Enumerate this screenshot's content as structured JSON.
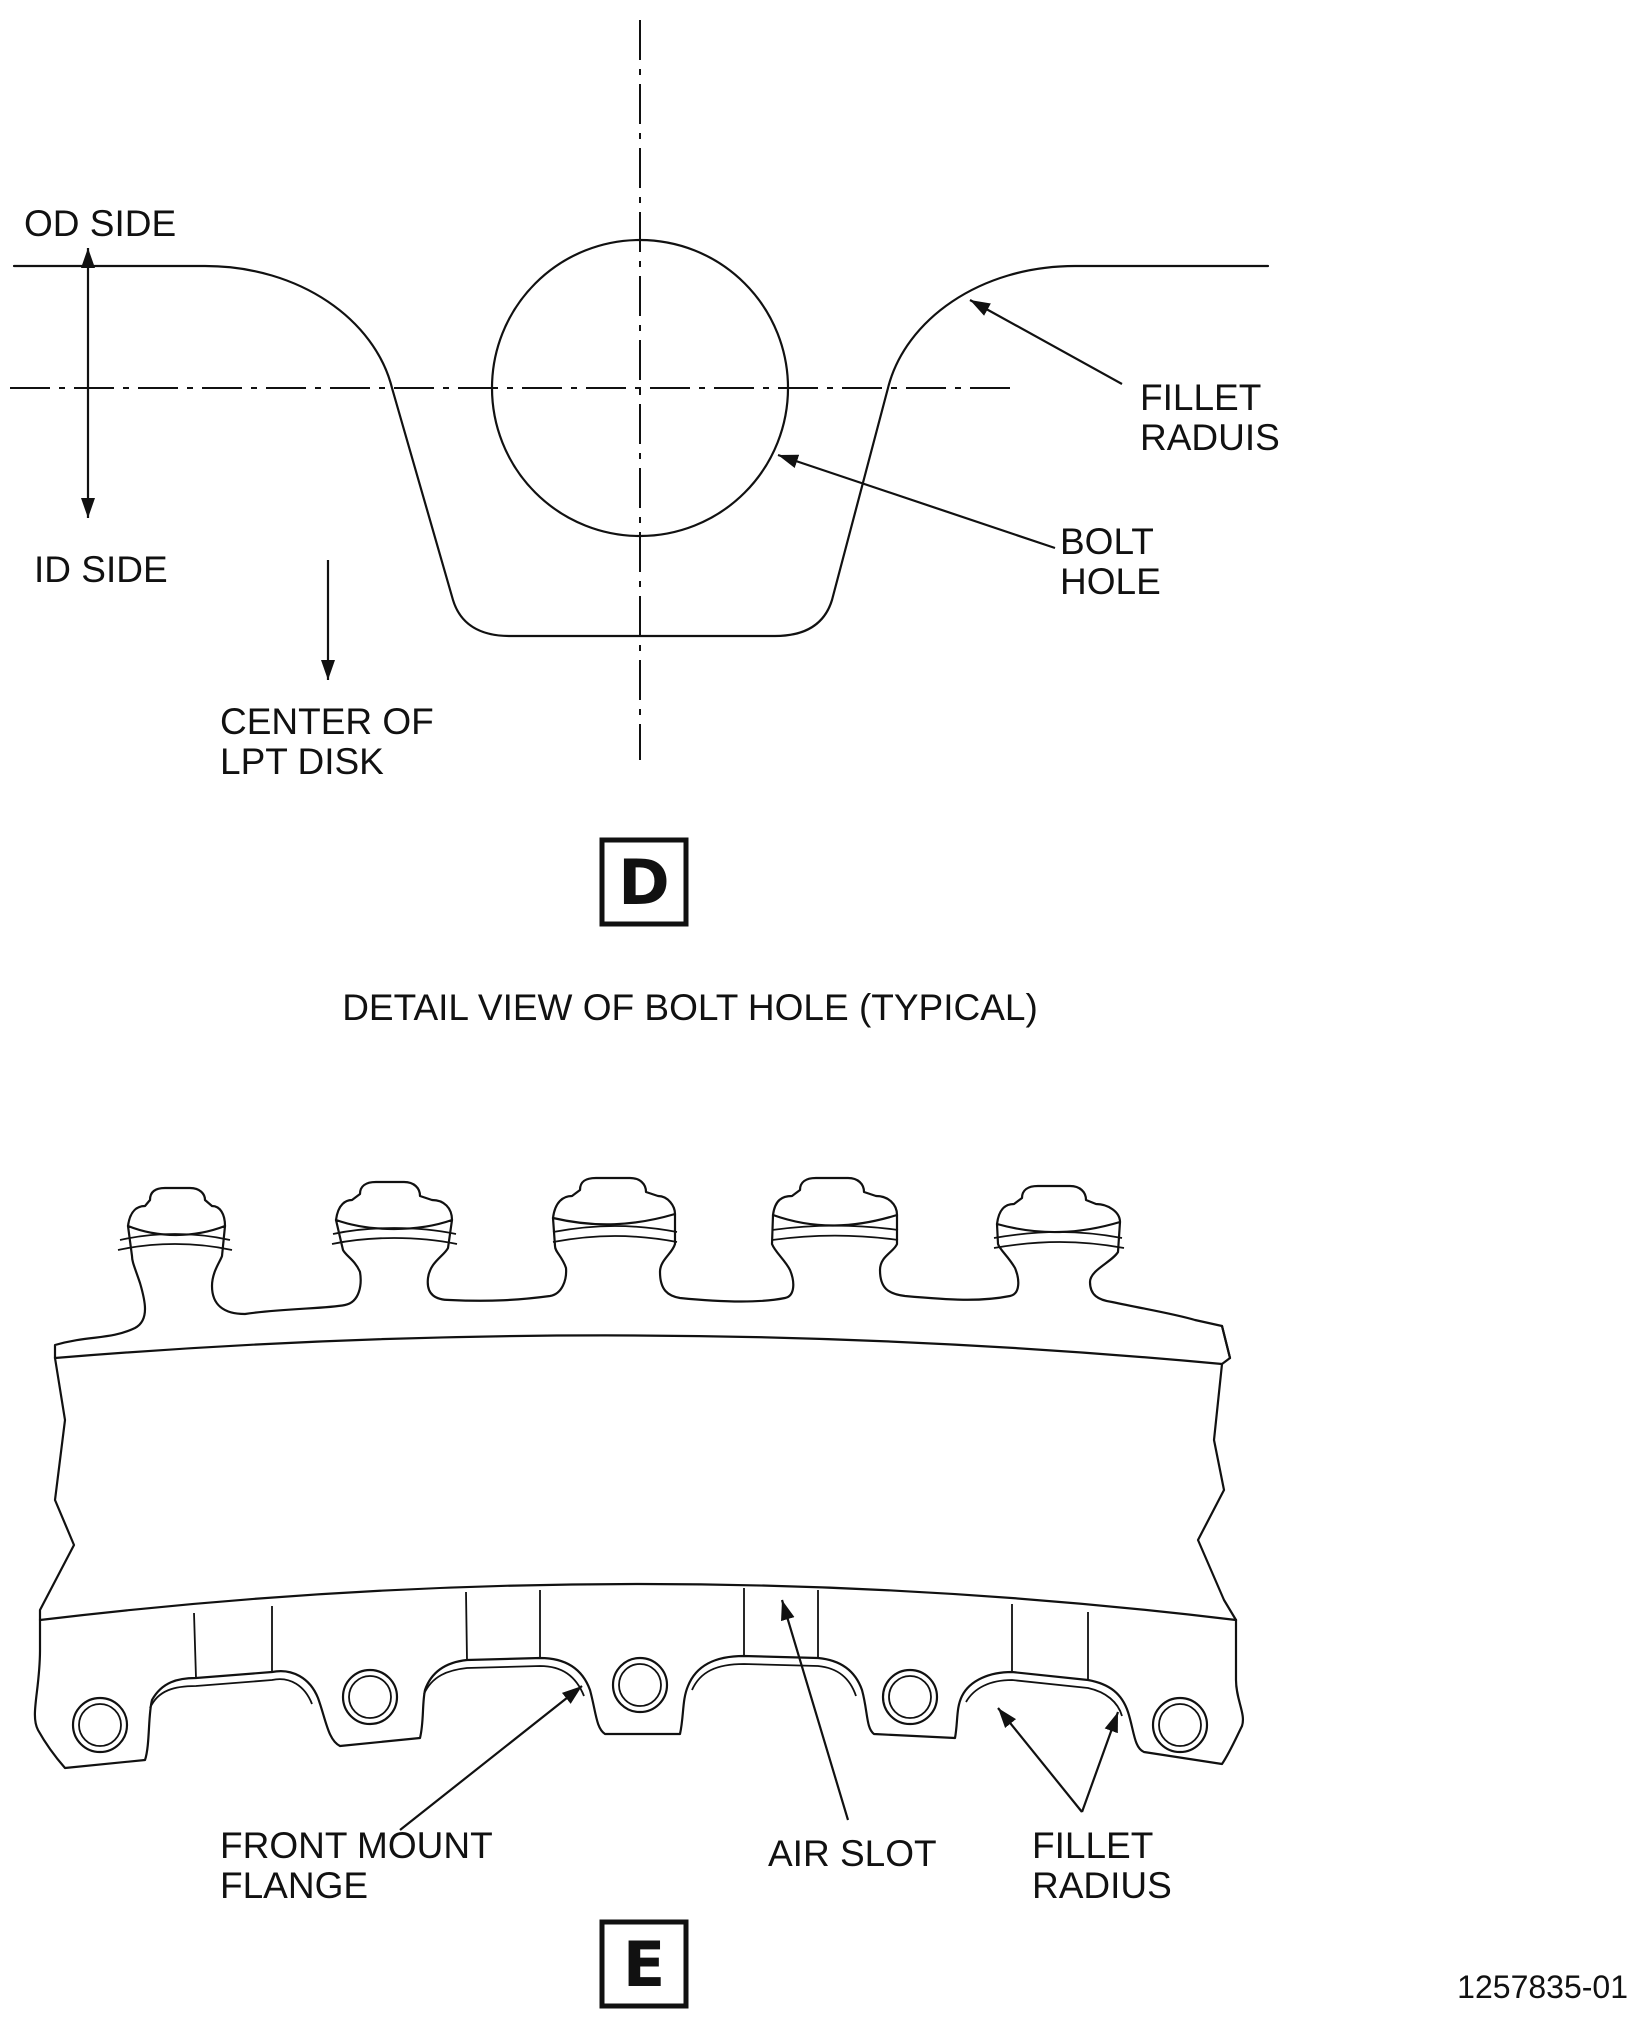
{
  "detail_d": {
    "od_side": "OD SIDE",
    "id_side": "ID SIDE",
    "center_of": "CENTER OF",
    "lpt_disk": "LPT DISK",
    "fillet": "FILLET",
    "raduis": "RADUIS",
    "bolt": "BOLT",
    "hole": "HOLE",
    "box_letter": "D",
    "title": "DETAIL VIEW OF BOLT HOLE (TYPICAL)"
  },
  "detail_e": {
    "front_mount": "FRONT MOUNT",
    "flange": "FLANGE",
    "air_slot": "AIR SLOT",
    "fillet": "FILLET",
    "radius": "RADIUS",
    "box_letter": "E"
  },
  "figure_number": "1257835-01"
}
